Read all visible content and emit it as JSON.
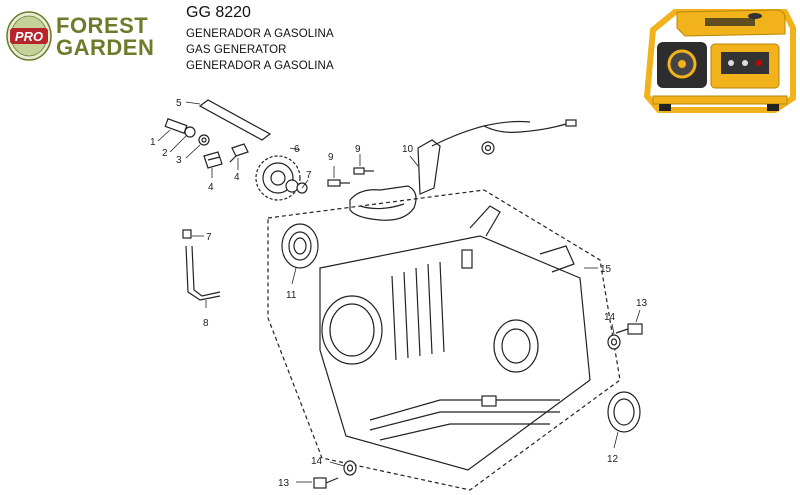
{
  "header": {
    "brand_badge": "PRO",
    "brand_line1": "FOREST",
    "brand_line2": "GARDEN",
    "model": "GG 8220",
    "description_lines": [
      "GENERADOR A GASOLINA",
      "GAS GENERATOR",
      "GENERADOR A GASOLINA"
    ]
  },
  "diagram": {
    "callouts": [
      "5",
      "1",
      "2",
      "3",
      "4",
      "4",
      "6",
      "7",
      "9",
      "9",
      "10",
      "7",
      "8",
      "11",
      "15",
      "13",
      "14",
      "12",
      "14",
      "13"
    ]
  },
  "colors": {
    "brand_green": "#6b7d2a",
    "brand_red": "#b7252a",
    "generator_yellow": "#f2b21b",
    "line": "#222222"
  }
}
